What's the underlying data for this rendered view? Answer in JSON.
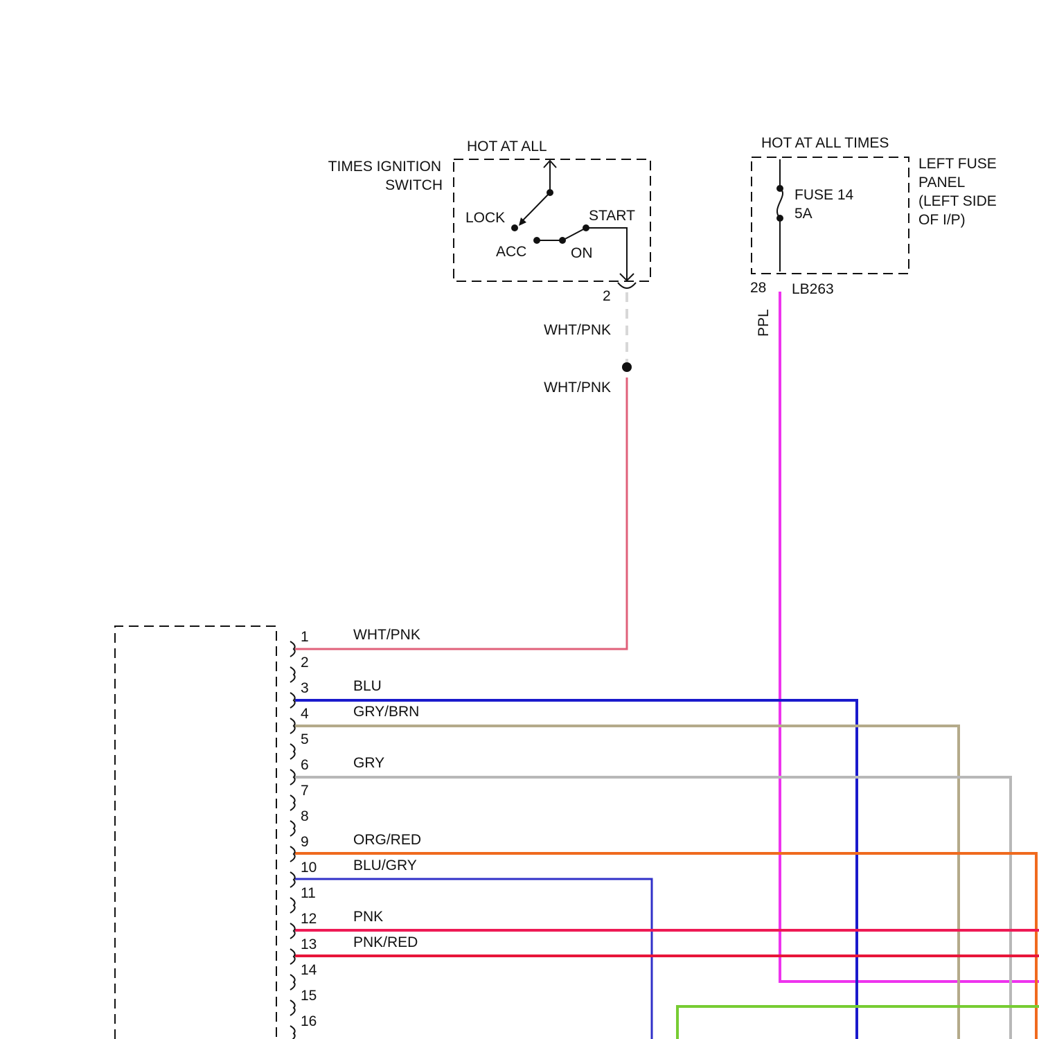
{
  "ignition_switch": {
    "title_line1": "HOT AT ALL",
    "label_line1": "TIMES IGNITION",
    "label_line2": "SWITCH",
    "pos_lock": "LOCK",
    "pos_acc": "ACC",
    "pos_on": "ON",
    "pos_start": "START",
    "pin": "2",
    "wire_upper": "WHT/PNK",
    "wire_lower": "WHT/PNK"
  },
  "fuse_panel": {
    "title": "HOT AT ALL TIMES",
    "label_line1": "LEFT FUSE",
    "label_line2": "PANEL",
    "label_line3": "(LEFT SIDE",
    "label_line4": "OF I/P)",
    "fuse_name": "FUSE 14",
    "fuse_rating": "5A",
    "pin": "28",
    "circuit": "LB263",
    "wire_color_label": "PPL"
  },
  "connector": {
    "pins": [
      "1",
      "2",
      "3",
      "4",
      "5",
      "6",
      "7",
      "8",
      "9",
      "10",
      "11",
      "12",
      "13",
      "14",
      "15",
      "16"
    ],
    "wires": [
      {
        "pin": "1",
        "label": "WHT/PNK",
        "color": "#e0607a"
      },
      {
        "pin": "3",
        "label": "BLU",
        "color": "#1a1acc"
      },
      {
        "pin": "4",
        "label": "GRY/BRN",
        "color": "#b4aa8a"
      },
      {
        "pin": "6",
        "label": "GRY",
        "color": "#b8b8b8"
      },
      {
        "pin": "9",
        "label": "ORG/RED",
        "color": "#f06a1e"
      },
      {
        "pin": "10",
        "label": "BLU/GRY",
        "color": "#3030c8"
      },
      {
        "pin": "12",
        "label": "PNK",
        "color": "#ee1a55"
      },
      {
        "pin": "13",
        "label": "PNK/RED",
        "color": "#e8163a"
      }
    ]
  },
  "colors": {
    "ppl": "#ee33ee",
    "grn": "#77cc33",
    "wht_pnk_dashed": "#d8d8d8"
  }
}
